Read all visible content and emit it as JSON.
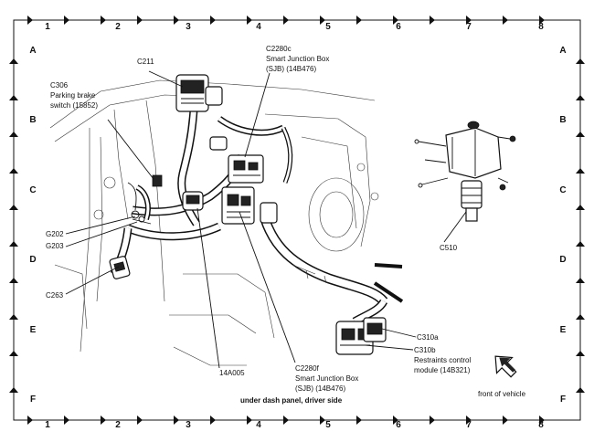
{
  "grid": {
    "columns": [
      "1",
      "2",
      "3",
      "4",
      "5",
      "6",
      "7",
      "8"
    ],
    "rows": [
      "A",
      "B",
      "C",
      "D",
      "E",
      "F"
    ]
  },
  "labels": {
    "c211": "C211",
    "c306": "C306",
    "c306_desc1": "Parking brake",
    "c306_desc2": "switch (15852)",
    "c2280c": "C2280c",
    "c2280c_desc1": "Smart Junction Box",
    "c2280c_desc2": "(SJB) (14B476)",
    "g202": "G202",
    "g203": "G203",
    "c263": "C263",
    "c510": "C510",
    "c310a": "C310a",
    "c310b": "C310b",
    "c310b_desc1": "Restraints control",
    "c310b_desc2": "module (14B321)",
    "c2280f": "C2280f",
    "c2280f_desc1": "Smart Junction Box",
    "c2280f_desc2": "(SJB) (14B476)",
    "harness": "14A005"
  },
  "caption": "under dash panel, driver side",
  "orientation_note": "front of vehicle",
  "icons": [
    "front-arrow-icon",
    "border-arrow-icon"
  ]
}
